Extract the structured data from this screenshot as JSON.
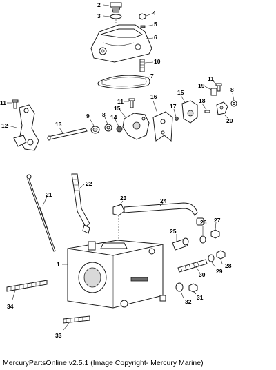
{
  "caption": "MercuryPartsOnline v2.5.1 (Image Copyright- Mercury Marine)",
  "callouts": [
    "1",
    "2",
    "3",
    "4",
    "5",
    "6",
    "7",
    "8",
    "9",
    "10",
    "11",
    "11",
    "11",
    "12",
    "13",
    "14",
    "15",
    "15",
    "16",
    "17",
    "18",
    "19",
    "20",
    "21",
    "22",
    "23",
    "24",
    "25",
    "26",
    "27",
    "28",
    "29",
    "30",
    "31",
    "32",
    "33",
    "34",
    "8"
  ]
}
